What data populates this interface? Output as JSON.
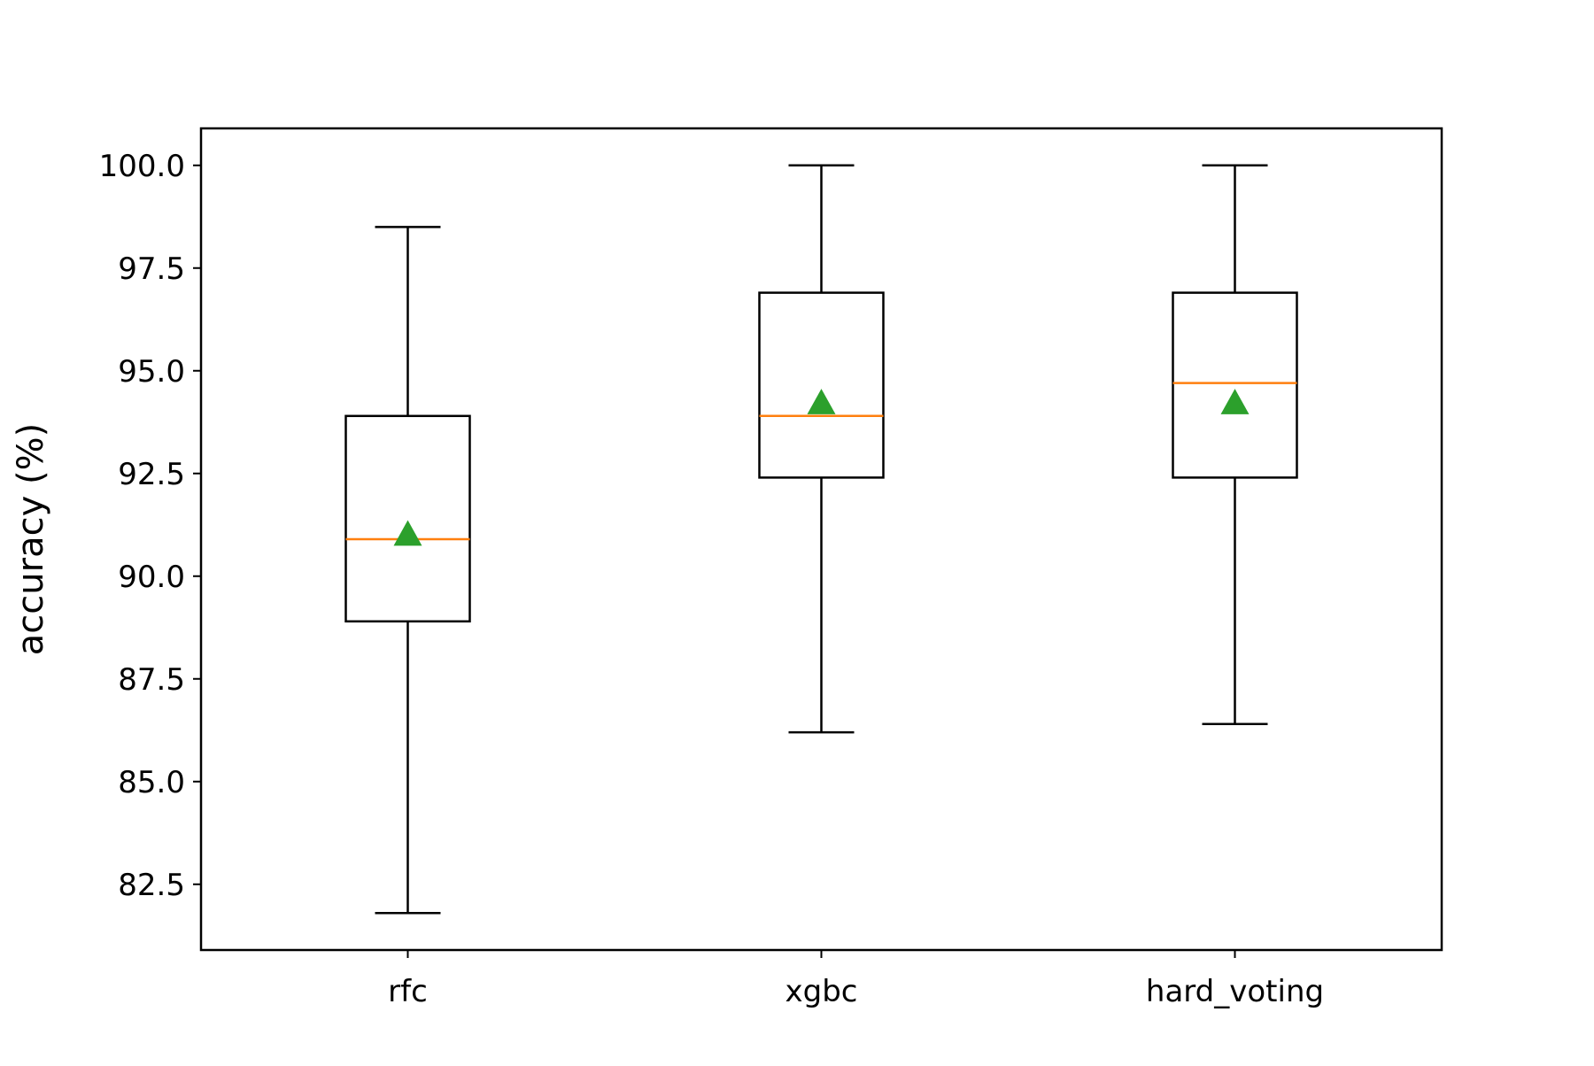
{
  "chart_data": {
    "type": "box",
    "title": "",
    "xlabel": "",
    "ylabel": "accuracy (%)",
    "ylim": [
      80.9,
      100.9
    ],
    "yticks": [
      82.5,
      85.0,
      87.5,
      90.0,
      92.5,
      95.0,
      97.5,
      100.0
    ],
    "ytick_labels": [
      "82.5",
      "85.0",
      "87.5",
      "90.0",
      "92.5",
      "95.0",
      "97.5",
      "100.0"
    ],
    "grid": false,
    "categories": [
      "rfc",
      "xgbc",
      "hard_voting"
    ],
    "boxes": [
      {
        "category": "rfc",
        "whisker_low": 81.8,
        "q1": 88.9,
        "median": 90.9,
        "q3": 93.9,
        "whisker_high": 98.5,
        "mean": 91.0
      },
      {
        "category": "xgbc",
        "whisker_low": 86.2,
        "q1": 92.4,
        "median": 93.9,
        "q3": 96.9,
        "whisker_high": 100.0,
        "mean": 94.2
      },
      {
        "category": "hard_voting",
        "whisker_low": 86.4,
        "q1": 92.4,
        "median": 94.7,
        "q3": 96.9,
        "whisker_high": 100.0,
        "mean": 94.2
      }
    ],
    "colors": {
      "box": "#000000",
      "median": "#ff7f0e",
      "mean": "#2ca02c"
    }
  }
}
